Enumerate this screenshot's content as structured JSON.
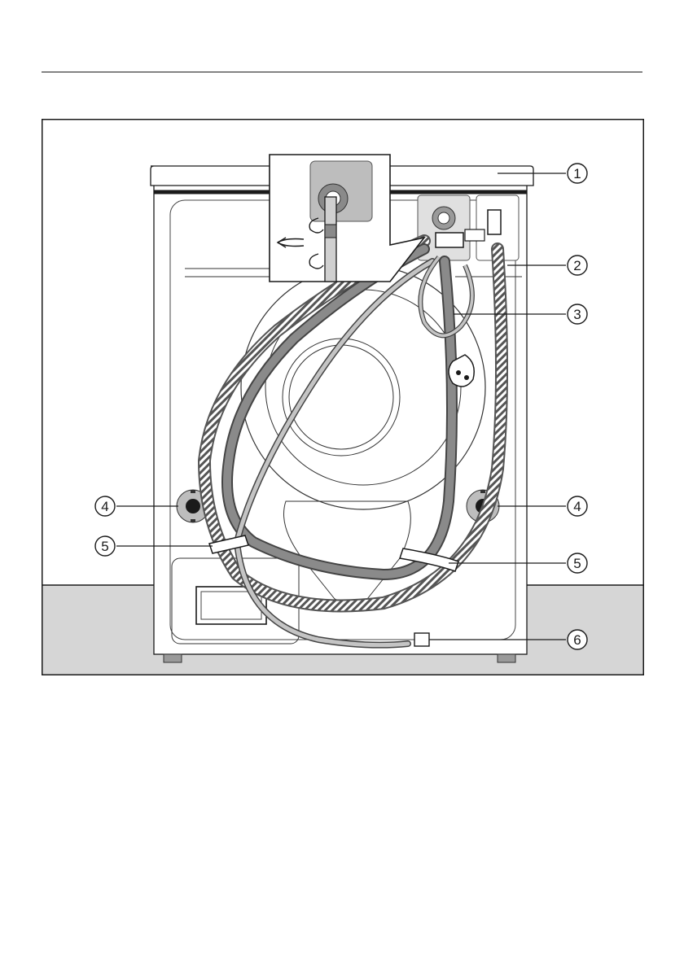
{
  "figure": {
    "description_free": true,
    "callouts": [
      {
        "id": "c1",
        "number": "1"
      },
      {
        "id": "c2",
        "number": "2"
      },
      {
        "id": "c3",
        "number": "3"
      },
      {
        "id": "c4a",
        "number": "4"
      },
      {
        "id": "c4b",
        "number": "4"
      },
      {
        "id": "c5a",
        "number": "5"
      },
      {
        "id": "c5b",
        "number": "5"
      },
      {
        "id": "c6",
        "number": "6"
      }
    ]
  },
  "colors": {
    "frame": "#1a1a1a",
    "floor": "#d6d6d6",
    "machine": "#ffffff",
    "hose_dark": "#8a8a8a",
    "hose_light": "#c4c4c4",
    "panel_grey": "#bdbdbd",
    "foot_grey": "#9a9a9a"
  }
}
